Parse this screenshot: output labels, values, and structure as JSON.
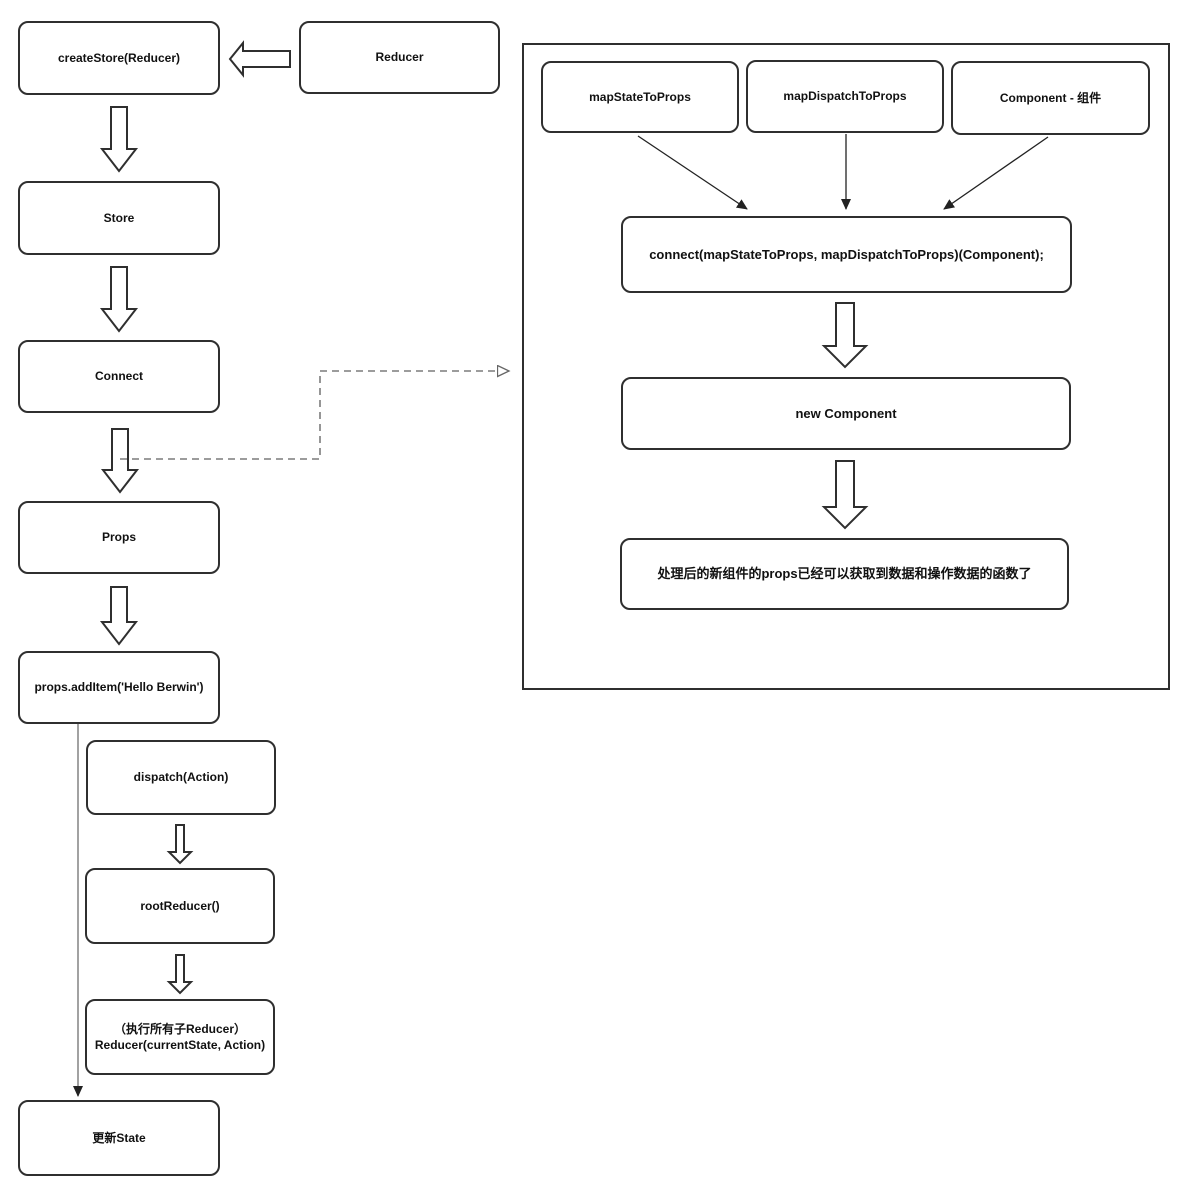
{
  "diagram": {
    "title": "Redux connect flow diagram",
    "colors": {
      "stroke": "#2f2f2f",
      "dashed_line": "#7c7c7c",
      "thin_line": "#222222",
      "gray_line": "#7a7a7a",
      "background": "#ffffff",
      "text": "#111111"
    },
    "nodes": {
      "create_store": {
        "label": "createStore(Reducer)"
      },
      "reducer": {
        "label": "Reducer"
      },
      "store": {
        "label": "Store"
      },
      "connect": {
        "label": "Connect"
      },
      "props": {
        "label": "Props"
      },
      "add_item": {
        "label": "props.addItem('Hello Berwin')"
      },
      "dispatch": {
        "label": "dispatch(Action)"
      },
      "root_reducer": {
        "label": "rootReducer()"
      },
      "sub_reducer": {
        "label": "（执行所有子Reducer）Reducer(currentState, Action)"
      },
      "update_state": {
        "label": "更新State"
      },
      "map_state_to_props": {
        "label": "mapStateToProps"
      },
      "map_dispatch_to_props": {
        "label": "mapDispatchToProps"
      },
      "component": {
        "label": "Component - 组件"
      },
      "connect_call": {
        "label": "connect(mapStateToProps, mapDispatchToProps)(Component);"
      },
      "new_component": {
        "label": "new Component"
      },
      "result": {
        "label": "处理后的新组件的props已经可以获取到数据和操作数据的函数了"
      }
    },
    "edges": [
      {
        "from": "reducer",
        "to": "create_store",
        "style": "hollow-block-arrow"
      },
      {
        "from": "create_store",
        "to": "store",
        "style": "hollow-block-arrow"
      },
      {
        "from": "store",
        "to": "connect",
        "style": "hollow-block-arrow"
      },
      {
        "from": "connect",
        "to": "props",
        "style": "hollow-block-arrow"
      },
      {
        "from": "props",
        "to": "add_item",
        "style": "hollow-block-arrow"
      },
      {
        "from": "add_item",
        "to": "update_state",
        "style": "thin-gray-arrow"
      },
      {
        "from": "dispatch",
        "to": "root_reducer",
        "style": "hollow-block-arrow-small"
      },
      {
        "from": "root_reducer",
        "to": "sub_reducer",
        "style": "hollow-block-arrow-small"
      },
      {
        "from": "connect",
        "to": "detail_panel",
        "style": "dashed-open-arrow"
      },
      {
        "from": "map_state_to_props",
        "to": "connect_call",
        "style": "thin-arrow"
      },
      {
        "from": "map_dispatch_to_props",
        "to": "connect_call",
        "style": "thin-arrow"
      },
      {
        "from": "component",
        "to": "connect_call",
        "style": "thin-arrow"
      },
      {
        "from": "connect_call",
        "to": "new_component",
        "style": "hollow-block-arrow"
      },
      {
        "from": "new_component",
        "to": "result",
        "style": "hollow-block-arrow"
      }
    ]
  }
}
